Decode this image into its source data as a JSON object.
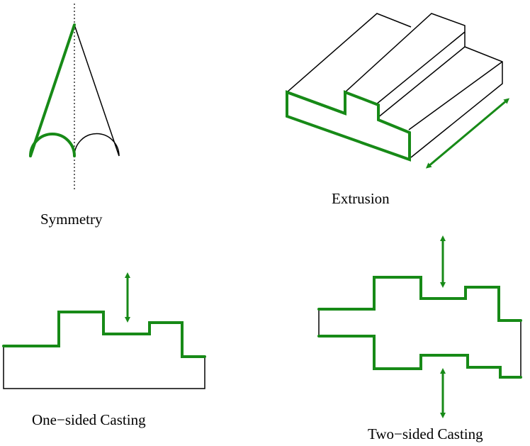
{
  "labels": {
    "symmetry": "Symmetry",
    "extrusion": "Extrusion",
    "one_sided": "One−sided Casting",
    "two_sided": "Two−sided Casting"
  },
  "colors": {
    "highlight": "#178a17",
    "outline": "#000000",
    "background": "#ffffff"
  },
  "icons": [
    "double-arrow-icon"
  ]
}
